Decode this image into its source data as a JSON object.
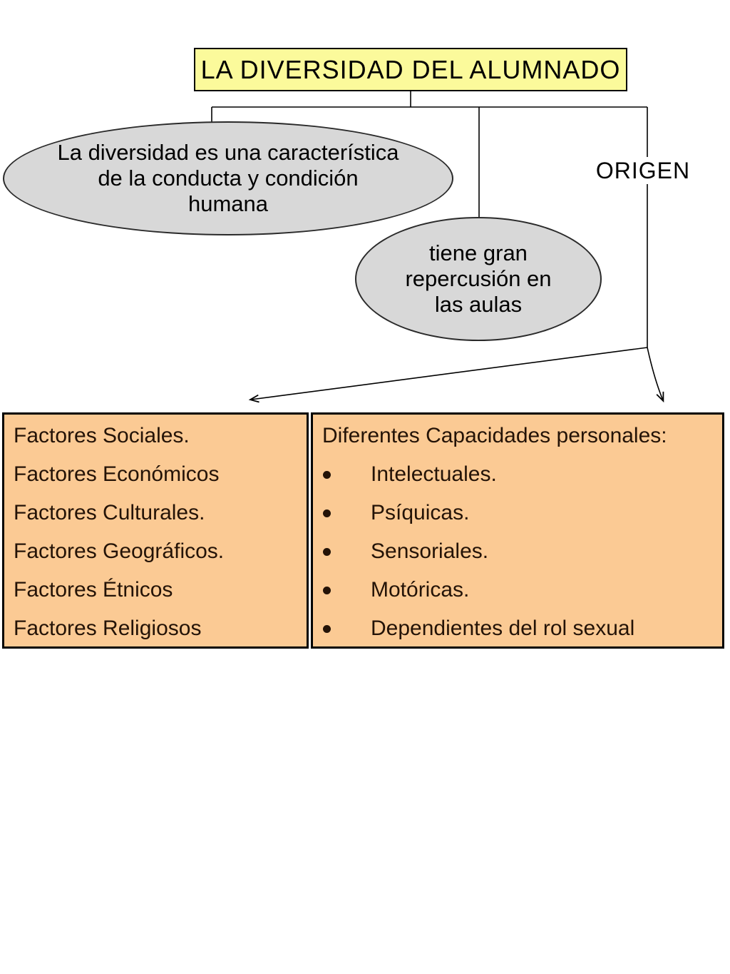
{
  "title": {
    "text": "LA DIVERSIDAD DEL ALUMNADO"
  },
  "ellipses": {
    "conducta": {
      "text": "La diversidad es una característica\nde la conducta y condición\nhumana"
    },
    "repercusion": {
      "text": "tiene gran\nrepercusión en\nlas aulas"
    }
  },
  "origen": {
    "label": "ORIGEN"
  },
  "boxes": {
    "left": {
      "items": [
        "Factores Sociales.",
        "Factores Económicos",
        "Factores Culturales.",
        "Factores Geográficos.",
        "Factores Étnicos",
        "Factores Religiosos"
      ]
    },
    "right": {
      "header": "Diferentes Capacidades personales:",
      "items": [
        "Intelectuales.",
        "Psíquicas.",
        "Sensoriales.",
        "Motóricas.",
        "Dependientes del rol sexual"
      ]
    }
  },
  "colors": {
    "title_fill": "#fbfa9b",
    "ellipse_fill": "#d8d8d8",
    "box_fill": "#fbca94",
    "box_text": "#241307",
    "line": "#000000"
  }
}
